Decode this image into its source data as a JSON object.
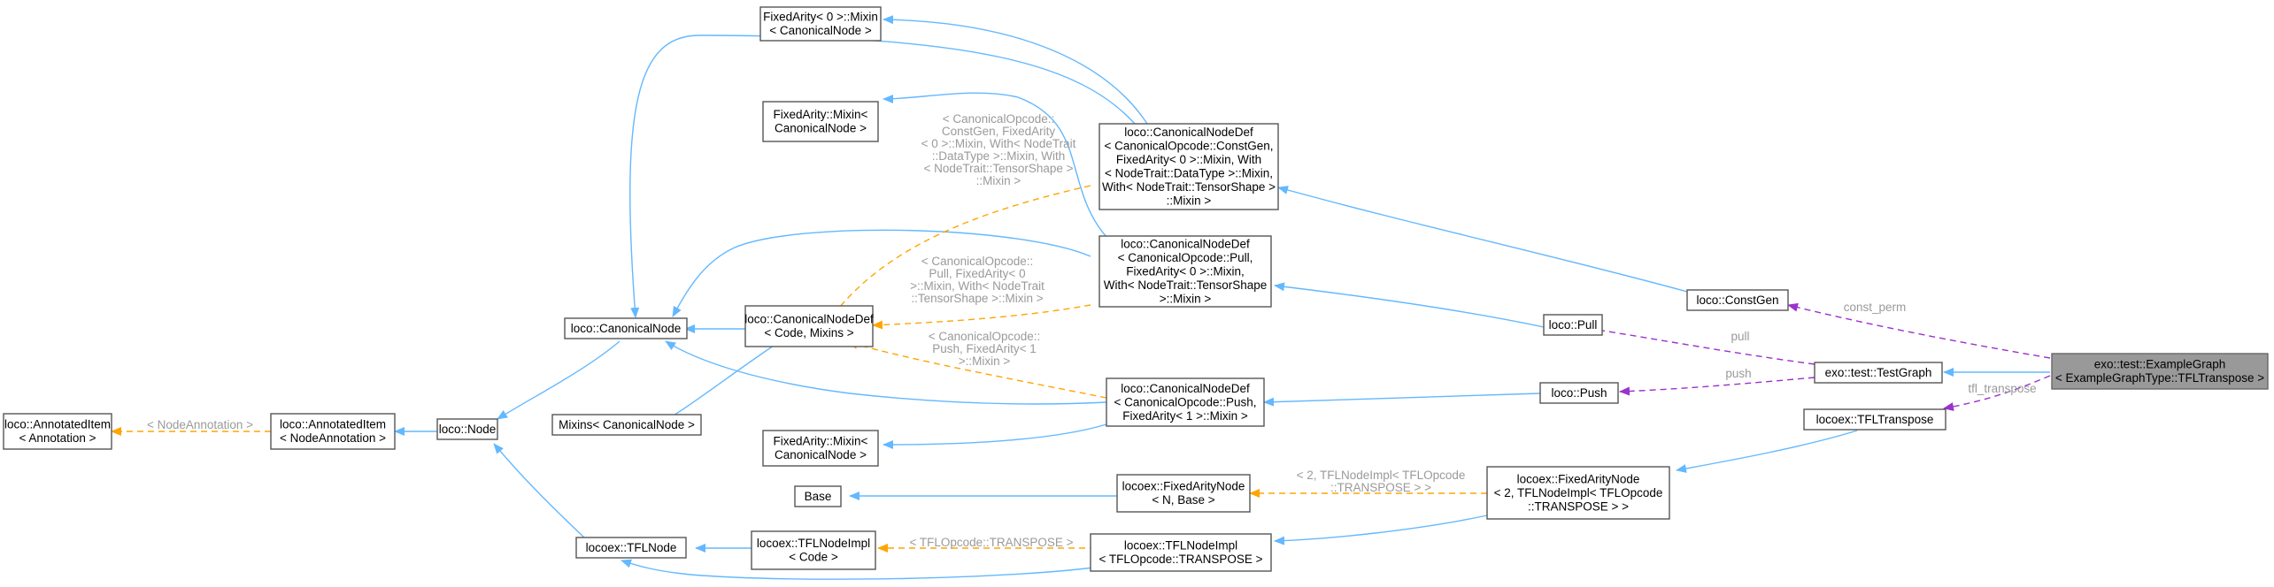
{
  "nodes": {
    "fixedarity0_mixin": [
      "FixedArity< 0 >::Mixin",
      "< CanonicalNode >"
    ],
    "fixedarity_mixin_a": [
      "FixedArity::Mixin<",
      "CanonicalNode >"
    ],
    "canonicalnodedef_constgen": [
      "loco::CanonicalNodeDef",
      "< CanonicalOpcode::ConstGen,",
      "FixedArity< 0 >::Mixin, With",
      "< NodeTrait::DataType >::Mixin,",
      "With< NodeTrait::TensorShape >",
      "::Mixin >"
    ],
    "canonicalnodedef_pull": [
      "loco::CanonicalNodeDef",
      "< CanonicalOpcode::Pull,",
      "FixedArity< 0 >::Mixin,",
      "With< NodeTrait::TensorShape",
      ">::Mixin >"
    ],
    "canonicalnode": [
      "loco::CanonicalNode"
    ],
    "canonicalnodedef": [
      "loco::CanonicalNodeDef",
      "< Code, Mixins >"
    ],
    "annotateditem": [
      "loco::AnnotatedItem",
      "< Annotation >"
    ],
    "annotateditem_nodeann": [
      "loco::AnnotatedItem",
      "< NodeAnnotation >"
    ],
    "node": [
      "loco::Node"
    ],
    "mixins": [
      "Mixins< CanonicalNode >"
    ],
    "canonicalnodedef_push": [
      "loco::CanonicalNodeDef",
      "< CanonicalOpcode::Push,",
      "FixedArity< 1 >::Mixin >"
    ],
    "fixedarity_mixin_b": [
      "FixedArity::Mixin<",
      "CanonicalNode >"
    ],
    "constgen": [
      "loco::ConstGen"
    ],
    "pull": [
      "loco::Pull"
    ],
    "push": [
      "loco::Push"
    ],
    "testgraph": [
      "exo::test::TestGraph"
    ],
    "examplegraph": [
      "exo::test::ExampleGraph",
      "< ExampleGraphType::TFLTranspose >"
    ],
    "tfltranspose": [
      "locoex::TFLTranspose"
    ],
    "base": [
      "Base"
    ],
    "fixedaritynode": [
      "locoex::FixedArityNode",
      "< N, Base >"
    ],
    "fixedaritynode_2": [
      "locoex::FixedArityNode",
      "< 2, TFLNodeImpl< TFLOpcode",
      "::TRANSPOSE > >"
    ],
    "tflnode": [
      "locoex::TFLNode"
    ],
    "tflnodeimpl": [
      "locoex::TFLNodeImpl",
      "< Code >"
    ],
    "tflnodeimpl_transpose": [
      "locoex::TFLNodeImpl",
      "< TFLOpcode::TRANSPOSE >"
    ]
  },
  "edge_labels": {
    "constgen_tpl": [
      "< CanonicalOpcode::",
      "ConstGen, FixedArity",
      "< 0 >::Mixin, With< NodeTrait",
      "::DataType >::Mixin, With",
      "< NodeTrait::TensorShape >",
      "::Mixin >"
    ],
    "pull_tpl": [
      "< CanonicalOpcode::",
      "Pull, FixedArity< 0",
      ">::Mixin, With< NodeTrait",
      "::TensorShape >::Mixin >"
    ],
    "push_tpl": [
      "< CanonicalOpcode::",
      "Push, FixedArity< 1",
      ">::Mixin >"
    ],
    "nodeann": [
      "< NodeAnnotation >"
    ],
    "const_perm": [
      "const_perm"
    ],
    "pull": [
      "pull"
    ],
    "push": [
      "push"
    ],
    "tfl_transpose": [
      "tfl_transpose"
    ],
    "fixedarity2": [
      "< 2, TFLNodeImpl< TFLOpcode",
      "::TRANSPOSE > >"
    ],
    "tflopcode": [
      "< TFLOpcode::TRANSPOSE >"
    ]
  },
  "colors": {
    "inheritance": "#63B8FF",
    "template": "#FFA500",
    "usage": "#9A32CD",
    "highlight": "#999999"
  }
}
